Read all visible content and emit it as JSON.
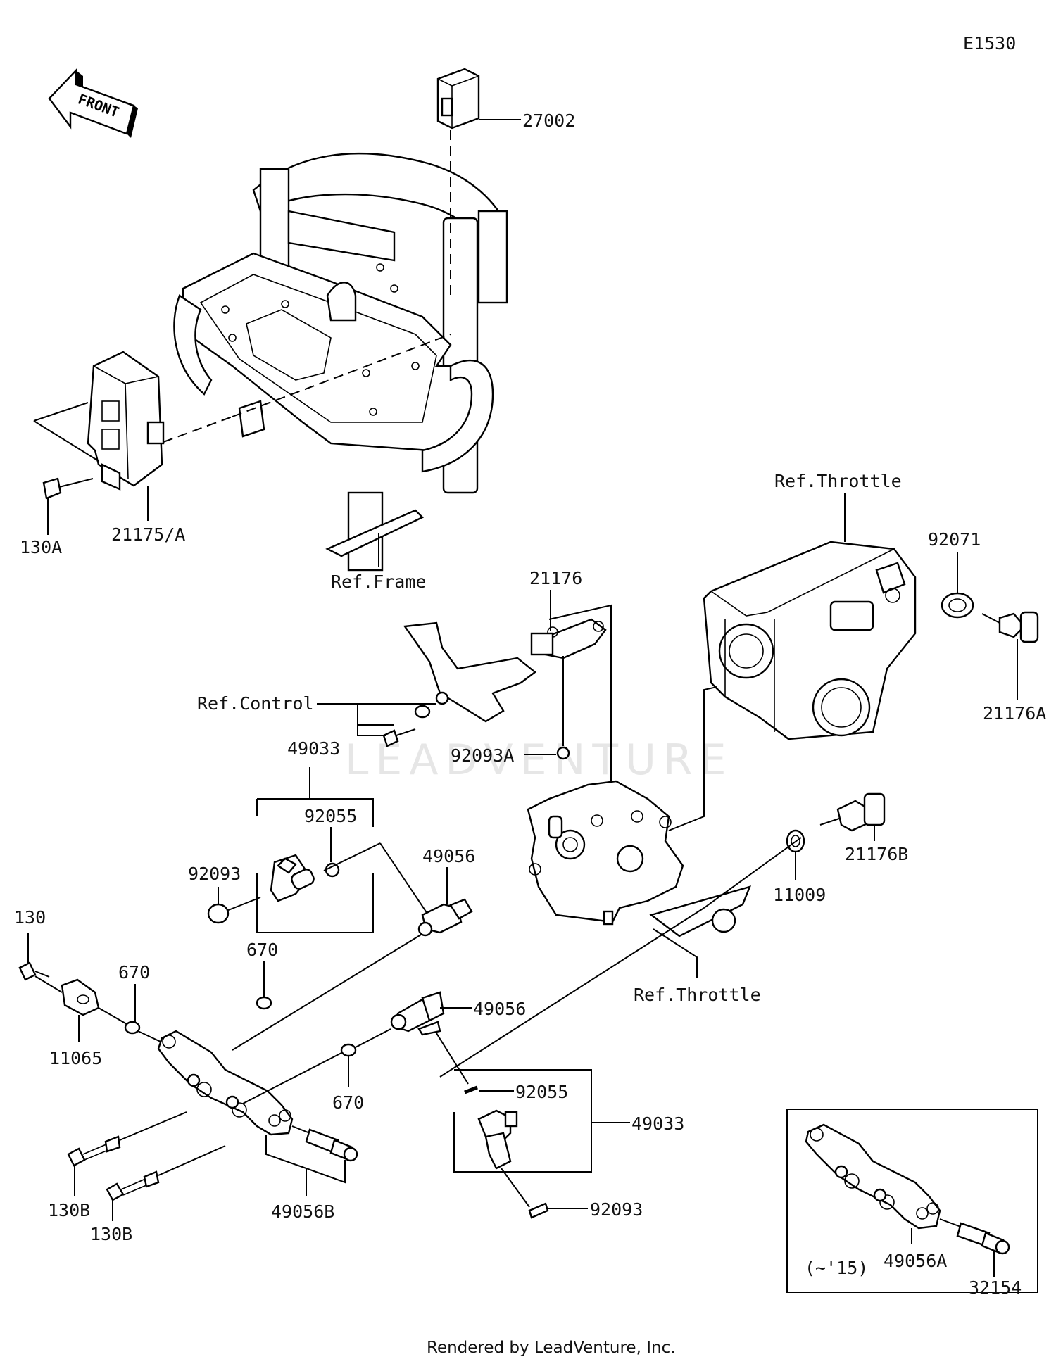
{
  "diagram_code": "E1530",
  "front_label": "FRONT",
  "watermark": "LEADVENTURE",
  "footer": "Rendered by LeadVenture, Inc.",
  "inset_note": "(~'15)",
  "labels": {
    "p27002": "27002",
    "p130A": "130A",
    "p21175A": "21175/A",
    "refFrame": "Ref.Frame",
    "refThrottleTop": "Ref.Throttle",
    "p92071": "92071",
    "p21176A": "21176A",
    "p21176": "21176",
    "refControl": "Ref.Control",
    "p92093A": "92093A",
    "p49033a": "49033",
    "p92055a": "92055",
    "p92093a": "92093",
    "p49056a": "49056",
    "p21176B": "21176B",
    "p11009": "11009",
    "p130": "130",
    "p670a": "670",
    "p670b": "670",
    "p11065": "11065",
    "p49056b": "49056",
    "refThrottleBottom": "Ref.Throttle",
    "p670c": "670",
    "p92055b": "92055",
    "p49033b": "49033",
    "p92093b": "92093",
    "p130Ba": "130B",
    "p130Bb": "130B",
    "p49056B": "49056B",
    "p49056A": "49056A",
    "p32154": "32154"
  }
}
